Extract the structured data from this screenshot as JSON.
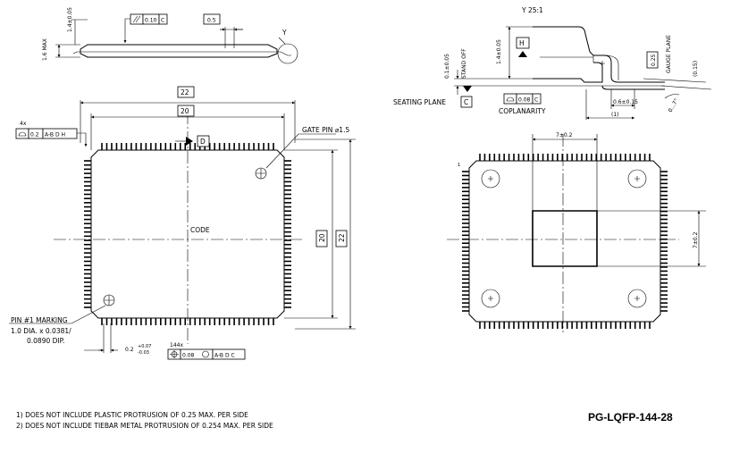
{
  "title": "PG-LQFP-144-28",
  "notes": [
    "1) DOES NOT INCLUDE PLASTIC PROTRUSION OF 0.25 MAX. PER SIDE",
    "2) DOES NOT INCLUDE TIEBAR METAL PROTRUSION OF 0.254 MAX. PER SIDE"
  ],
  "side_view": {
    "height_label": "1.6 MAX",
    "body_label": "1.4±0.05",
    "parallelism_value": "0.10",
    "parallelism_datum": "C",
    "lead_width": "0.5",
    "detail_marker": "Y"
  },
  "top_view": {
    "dim_outer_h": "22",
    "dim_body_h": "20",
    "dim_body_v": "20",
    "dim_outer_v": "22",
    "profile_count": "4x",
    "profile_value": "0.2",
    "profile_datums": "A-B D H",
    "datum_d": "D",
    "gate_pin": "GATE PIN ⌀1.5",
    "code": "CODE",
    "pin1_line1": "PIN #1 MARKING",
    "pin1_line2": "1.0 DIA. x 0.0381/",
    "pin1_line3": "0.0890 DIP.",
    "lead_w_nominal": "0.2",
    "lead_w_upper": "+0.07",
    "lead_w_lower": "-0.03",
    "lead_count": "144x",
    "position_value": "0.08",
    "position_datums": "A-B D C"
  },
  "detail_view": {
    "scale_label": "Y 25:1",
    "datum_h": "H",
    "standoff_value": "0.1±0.05",
    "standoff_label": "STAND OFF",
    "body_thickness": "1.4±0.05",
    "gauge_value": "0.25",
    "gauge_label": "GAUGE PLANE",
    "gauge_ref": "(0.15)",
    "seating_label": "SEATING PLANE",
    "seating_datum": "C",
    "coplanarity_value": "0.08",
    "coplanarity_datum": "C",
    "coplanarity_label": "COPLANARITY",
    "foot_length": "0.6±0.15",
    "foot_ref": "(1)",
    "angle": "0...7°"
  },
  "bottom_view": {
    "pad_h": "7±0.2",
    "pad_v": "7±0.2",
    "pin_index": "1"
  }
}
